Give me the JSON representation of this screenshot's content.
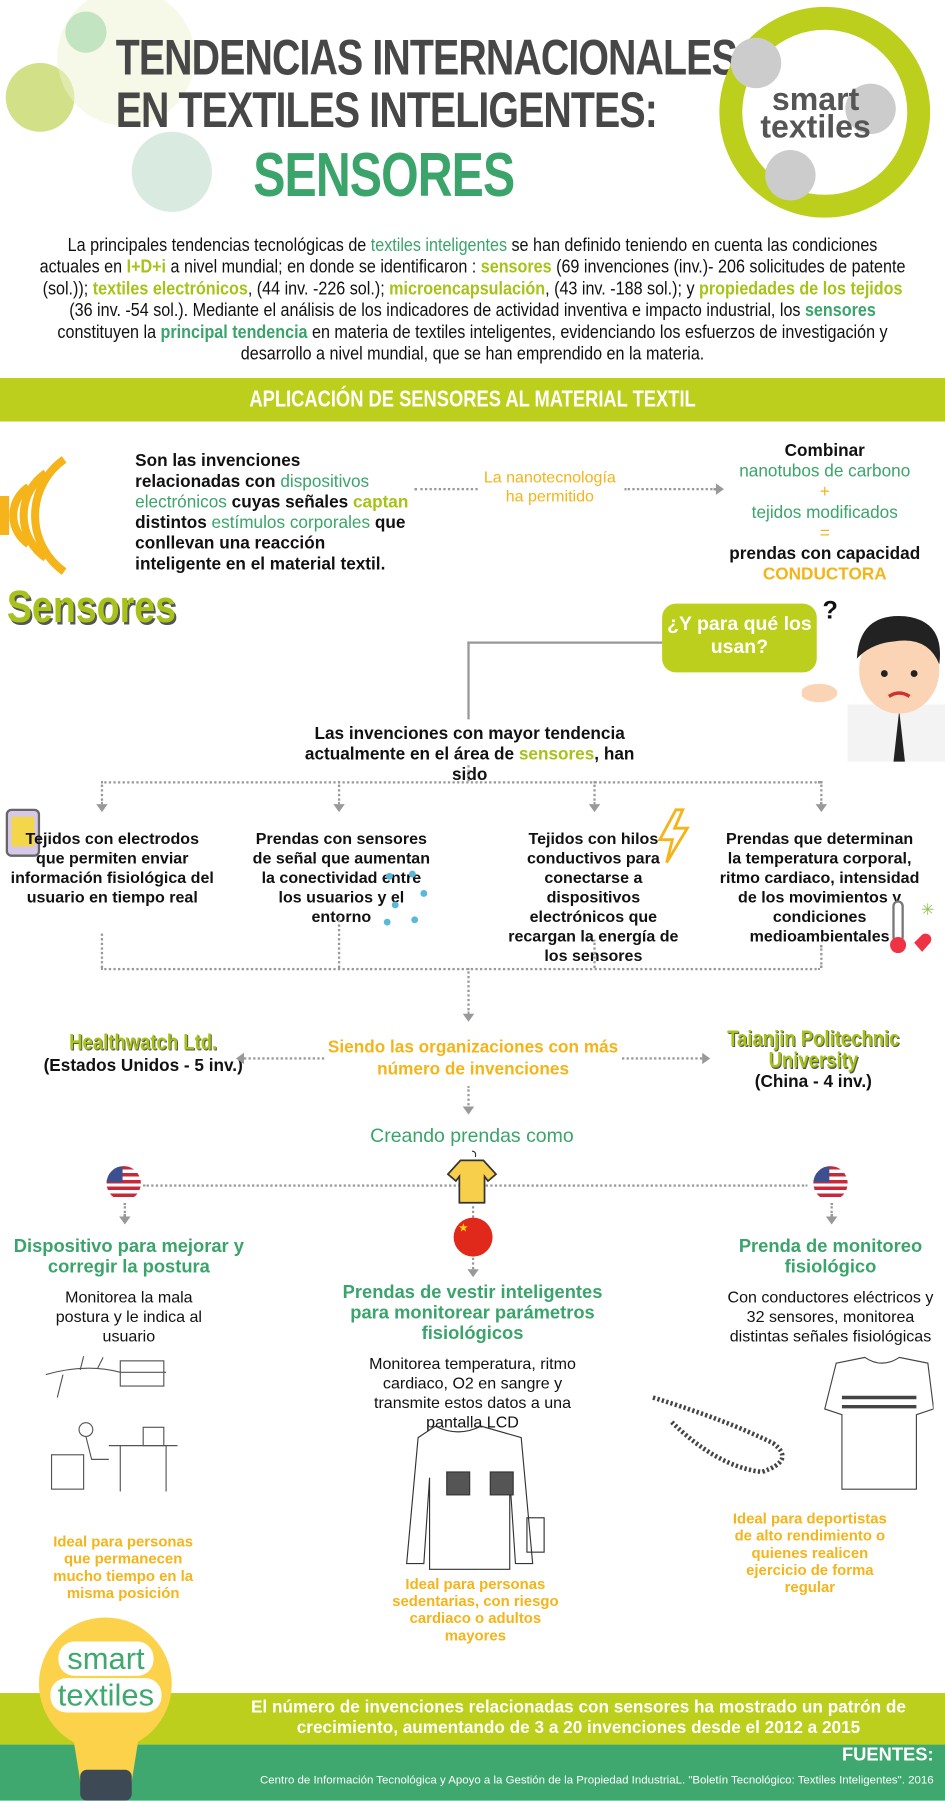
{
  "header": {
    "title_line1": "TENDENCIAS INTERNACIONALES",
    "title_line2": "EN TEXTILES INTELIGENTES:",
    "title_line3": "SENSORES",
    "logo_word1": "smart",
    "logo_word2": "textiles"
  },
  "intro": {
    "s0": "La principales tendencias tecnológicas de ",
    "s1": "textiles inteligentes",
    "s2": " se han definido teniendo en cuenta las condiciones actuales en ",
    "s3": "I+D+i",
    "s4": " a nivel mundial; en donde se identificaron : ",
    "s5": "sensores",
    "s6": " (69 invenciones (inv.)- 206 solicitudes de patente (sol.)); ",
    "s7": "textiles electrónicos",
    "s8": ", (44 inv. -226 sol.);  ",
    "s9": "microencapsulación",
    "s10": ", (43 inv. -188 sol.); y ",
    "s11": "propiedades de los tejidos",
    "s12": " (36 inv. -54 sol.). Mediante el análisis de los indicadores de actividad inventiva e impacto industrial, los ",
    "s13": "sensores",
    "s14": " constituyen la ",
    "s15": "principal tendencia",
    "s16": " en materia de textiles inteligentes, evidenciando los esfuerzos de investigación y desarrollo a nivel mundial, que se han emprendido en la materia."
  },
  "banner": "APLICACIÓN DE SENSORES AL MATERIAL TEXTIL",
  "definition": {
    "s0": "Son las invenciones relacionadas con ",
    "s1": "dispositivos electrónicos",
    "s2": " cuyas señales ",
    "s3": "captan",
    "s4": " distintos ",
    "s5": "estímulos corporales",
    "s6": " que conllevan una reacción inteligente en el material textil."
  },
  "nanotech": "La nanotecnología ha permitido",
  "combine": {
    "l1": "Combinar",
    "l2": "nanotubos de carbono",
    "l3": "+",
    "l4": "tejidos modificados",
    "l5": "=",
    "l6": "prendas con capacidad",
    "l7": "CONDUCTORA"
  },
  "sensores_heading": "Sensores",
  "bubble": {
    "text": "¿Y para qué los usan?",
    "question_mark": "?"
  },
  "trend": {
    "s0": "Las invenciones con mayor tendencia actualmente  en el área de ",
    "s1": "sensores",
    "s2": ", han sido"
  },
  "uses": [
    "Tejidos con electrodos que permiten enviar información fisiológica del usuario en tiempo real",
    "Prendas con sensores de señal que aumentan la conectividad entre los usuarios y el entorno",
    "Tejidos con hilos conductivos para conectarse a dispositivos electrónicos que recargan la energía de los sensores",
    "Prendas que determinan la temperatura corporal, ritmo cardiaco, intensidad de los movimientos y condiciones medioambientales"
  ],
  "organizations": {
    "center": "Siendo las organizaciones con más número de invenciones",
    "left_name": "Healthwatch Ltd.",
    "left_detail": "(Estados Unidos - 5 inv.)",
    "right_name": "Taianjin Politechnic University",
    "right_detail": "(China - 4 inv.)"
  },
  "creating": "Creando prendas como",
  "products": [
    {
      "title": "Dispositivo para mejorar y corregir la postura",
      "desc": "Monitorea la mala postura y le indica al usuario",
      "ideal": "Ideal para personas que permanecen mucho tiempo en la misma posición"
    },
    {
      "title": "Prendas de vestir inteligentes para monitorear parámetros fisiológicos",
      "desc": "Monitorea temperatura, ritmo cardiaco, O2 en sangre y transmite estos datos a una pantalla LCD",
      "ideal": "Ideal para personas sedentarias,  con riesgo cardiaco o adultos mayores"
    },
    {
      "title": "Prenda de monitoreo fisiológico",
      "desc": "Con conductores eléctricos y 32 sensores, monitorea distintas señales fisiológicas",
      "ideal": "Ideal para deportistas de alto rendimiento o quienes realicen ejercicio de forma regular"
    }
  ],
  "footer": {
    "growth": "El número de invenciones relacionadas con sensores ha mostrado un patrón de crecimiento, aumentando de 3 a 20 invenciones desde el 2012 a 2015",
    "sources_label": "FUENTES:",
    "sources": "Centro de Información Tecnológica y Apoyo a la Gestión de la Propiedad IndustriaL.  \"Boletín Tecnológico: Textiles Inteligentes\".  2016",
    "logo_word1": "smart",
    "logo_word2": "textiles"
  },
  "colors": {
    "lime": "#bccf1c",
    "green": "#3fa86e",
    "orange": "#f4b41a",
    "title_gray": "#474747"
  }
}
